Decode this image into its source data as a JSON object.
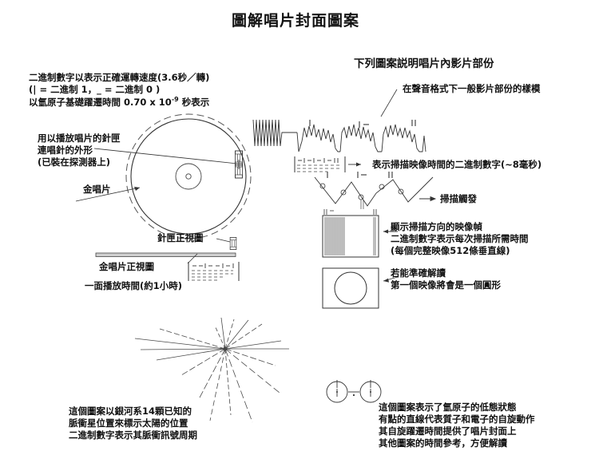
{
  "document": {
    "title": "圖解唱片封面圖案"
  },
  "left_column": {
    "rotation_note": {
      "line1": "二進制數字以表示正確運轉速度(3.6秒／轉)",
      "line2": "(| = 二進制 1，_ = 二進制 0 )",
      "line3_pre": "以氫原子基礎躍遷時間 0.70 x 10",
      "line3_sup": "-9",
      "line3_post": " 秒表示"
    },
    "cartridge_note": {
      "line1": "用以播放唱片的針匣",
      "line2": "連唱針的外形",
      "line3": "(已裝在探測器上)"
    },
    "gold_record_label": "金唱片",
    "cartridge_front_label": "針匣正視圖",
    "record_side_label": "金唱片正視圖",
    "play_time_label": "一面播放時間(約1小時)",
    "pulsar_note": {
      "line1": "這個圖案以銀河系14顆已知的",
      "line2": "脈衝星位置來標示太陽的位置",
      "line3": "二進制數字表示其脈衝訊號周期"
    }
  },
  "right_column": {
    "heading": "下列圖案説明唱片內影片部份",
    "waveform_label": "在聲音格式下一般影片部份的樣模",
    "scan_time_label": "表示掃描映像時間的二進制數字(~8毫秒)",
    "scan_trigger_label": "掃描觸發",
    "frame_note": {
      "line1": "顯示掃描方向的映像幀",
      "line2": "二進制數字表示每次掃描所需時間",
      "line3": "(每個完整映像512條垂直線)"
    },
    "decode_note": {
      "line1": "若能準確解讀",
      "line2": "第一個映像將會是一個圓形"
    },
    "hydrogen_note": {
      "line1": "這個圖案表示了氫原子的低態狀態",
      "line2": "有點的直線代表質子和電子的自旋動作",
      "line3": "其自旋躍遷時間提供了唱片封面上",
      "line4": "其他圖案的時間參考，方便解讀"
    }
  },
  "colors": {
    "ink": "#111111",
    "line": "#333333",
    "paper": "#ffffff"
  }
}
